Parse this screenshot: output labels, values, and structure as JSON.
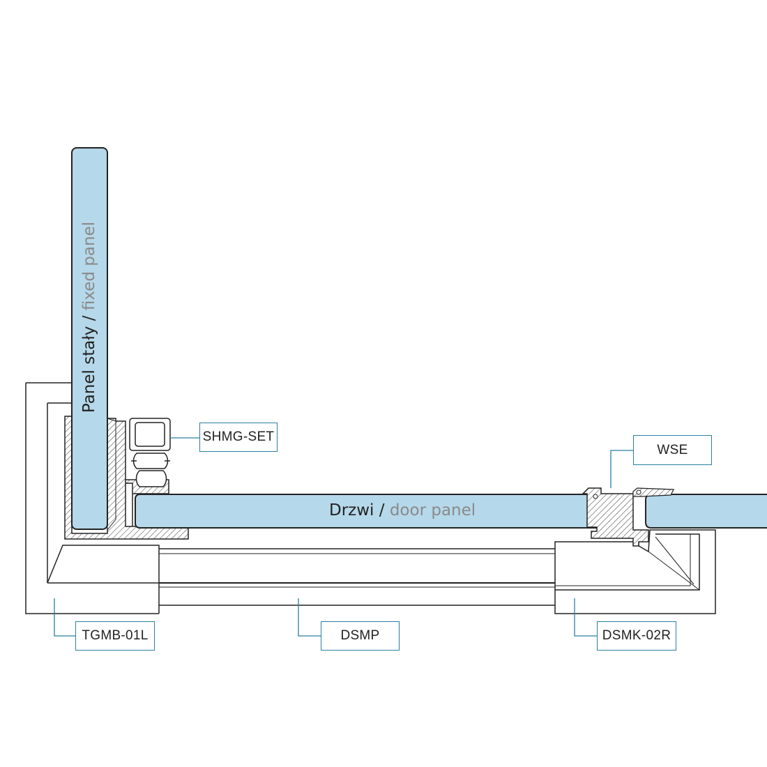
{
  "labels": {
    "fixed_panel": {
      "primary": "Panel stały /",
      "secondary": "fixed panel"
    },
    "door_panel": {
      "primary": "Drzwi /",
      "secondary": "door panel"
    }
  },
  "callouts": {
    "shmg_set": "SHMG-SET",
    "wse": "WSE",
    "tgmb_01l": "TGMB-01L",
    "dsmp": "DSMP",
    "dsmk_02r": "DSMK-02R"
  },
  "colors": {
    "glass": "#b5d8ea",
    "outline": "#222222",
    "callout_line": "#2a7fa0",
    "hatch": "#555555",
    "secondary_text": "#8a8a8a"
  }
}
